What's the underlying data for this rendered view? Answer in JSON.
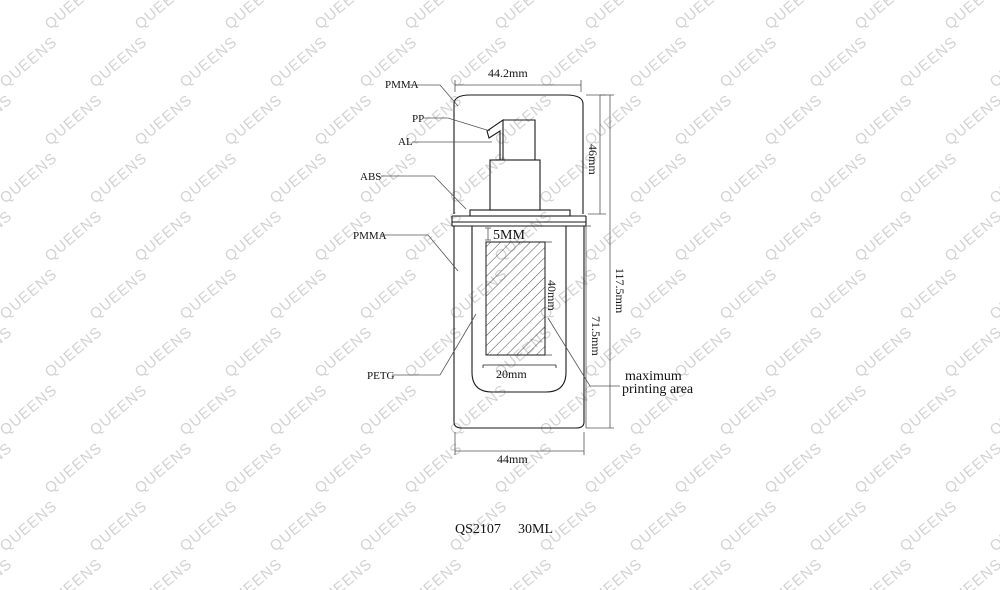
{
  "watermark": {
    "text": "QUEENS"
  },
  "materials": {
    "cap": "PMMA",
    "actuator": "PP",
    "collar": "AL",
    "shoulder": "ABS",
    "outer_bottle": "PMMA",
    "inner_bottle": "PETG"
  },
  "dimensions": {
    "cap_width": "44.2mm",
    "cap_height": "46mm",
    "total_height": "117.5mm",
    "body_height": "71.5mm",
    "bottle_width": "44mm",
    "print_top_margin": "5MM",
    "print_height": "40mm",
    "print_width": "20mm"
  },
  "print_area": {
    "line1": "maximum",
    "line2": "printing area"
  },
  "product": {
    "code": "QS2107",
    "volume": "30ML"
  },
  "colors": {
    "line": "#1a1a1a",
    "watermark": "#d2d2d2",
    "hatch": "#333333"
  }
}
